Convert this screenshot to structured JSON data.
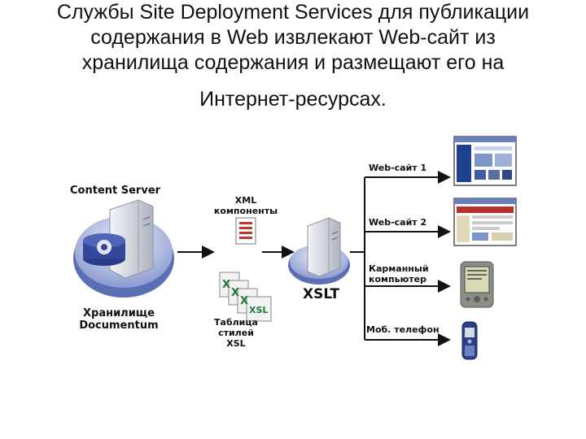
{
  "title": {
    "line1": "Службы Site Deployment Services для публикации",
    "line2": "содержания в Web извлекают Web-сайт из",
    "line3": "хранилища содержания и размещают его на",
    "line4": "Интернет-ресурсах."
  },
  "diagram": {
    "content_server": "Content Server",
    "repository_line1": "Хранилище",
    "repository_line2": "Documentum",
    "xml_line1": "XML",
    "xml_line2": "компоненты",
    "xsl_table_line1": "Таблица",
    "xsl_table_line2": "стилей",
    "xsl_table_line3": "XSL",
    "xsl_doc_letter": "X",
    "xsl_doc_label": "XSL",
    "xslt": "XSLT",
    "targets": [
      "Web-сайт 1",
      "Web-сайт 2",
      "Карманный компьютер",
      "Моб. телефон"
    ],
    "pda_line1": "Карманный",
    "pda_line2": "компьютер"
  },
  "colors": {
    "platform_blue": "#6f83c4",
    "platform_light": "#dfe5f4",
    "db_blue": "#33489a",
    "server_gray": "#c8ccd6",
    "arrow": "#111111"
  }
}
